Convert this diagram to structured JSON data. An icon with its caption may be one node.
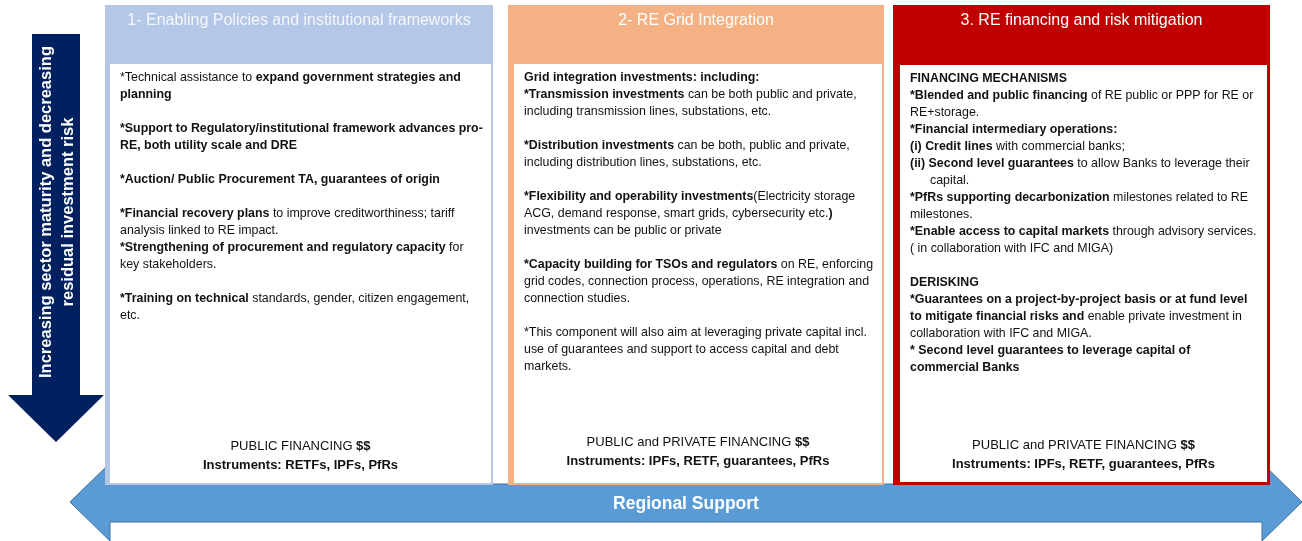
{
  "diagram": {
    "nodes": [
      {
        "text": [
          "Increasing sector maturity and decreasing residual investment risk"
        ]
      },
      {
        "text": [
          "1- Enabling Policies and institutional frameworks"
        ]
      },
      {
        "text": [
          "*Technical assistance to **expand government strategies and planning**",
          "***Support to Regulatory/institutional framework advances pro- RE, both utility scale and DRE**",
          "***Auction/ Public Procurement TA, guarantees of origin**",
          "***Financial recovery plans** to improve creditworthiness; tariff analysis linked to RE impact.",
          "***Strengthening of procurement and regulatory capacity** for key stakeholders.",
          "***Training on technical** standards, gender, citizen engagement, etc."
        ],
        "in": 1
      },
      {
        "text": [
          "PUBLIC FINANCING **$$**",
          "Instruments: RETFs, IPFs, PfRs"
        ],
        "in": 2
      },
      {
        "text": [
          "2- RE Grid Integration"
        ]
      },
      {
        "text": [
          "Grid integration investments: including:",
          "***Transmission investments** can be both public and private, including transmission lines, substations, etc.",
          "***Distribution investments** can be both, public and private, including distribution lines, substations, etc.",
          "***Flexibility and operability investments**(Electricity storage ACG, demand response, smart grids, cybersecurity etc.**)** investments can be public or private",
          "***Capacity building for TSOs and regulators** on RE, enforcing grid codes, connection process, operations, RE integration and connection studies.",
          "*This component will also aim at leveraging private capital incl. use of guarantees and support to access capital and debt markets."
        ],
        "in": 4
      },
      {
        "text": [
          "PUBLIC and PRIVATE FINANCING **$$**",
          "Instruments: IPFs, RETF, guarantees, PfRs"
        ],
        "in": 5
      },
      {
        "text": [
          "3. RE financing and risk mitigation"
        ]
      },
      {
        "text": [
          "FINANCING MECHANISMS",
          "***Blended and public financing**  of RE public or PPP for RE or RE+storage.",
          "*Financial intermediary operations:",
          "**(i) Credit lines** with commercial banks;",
          "**(ii) Second level guarantees** to allow Banks to leverage their capital.",
          "***PfRs supporting decarbonization** milestones related to RE milestones.",
          "***Enable access to capital markets** through advisory services. ( in collaboration with IFC and MIGA)",
          "DERISKING",
          "***Guarantees on a project-by-project basis or at fund level to mitigate financial risks and** enable private investment in collaboration with IFC and MIGA.",
          "* Second level guarantees to leverage capital of commercial Banks"
        ],
        "in": 7
      },
      {
        "text": [
          "PUBLIC and PRIVATE FINANCING **$$**",
          "Instruments: IPFs, RETF, guarantees, PfRs"
        ],
        "in": 8
      },
      {
        "text": [
          "Regional Support"
        ]
      }
    ]
  }
}
